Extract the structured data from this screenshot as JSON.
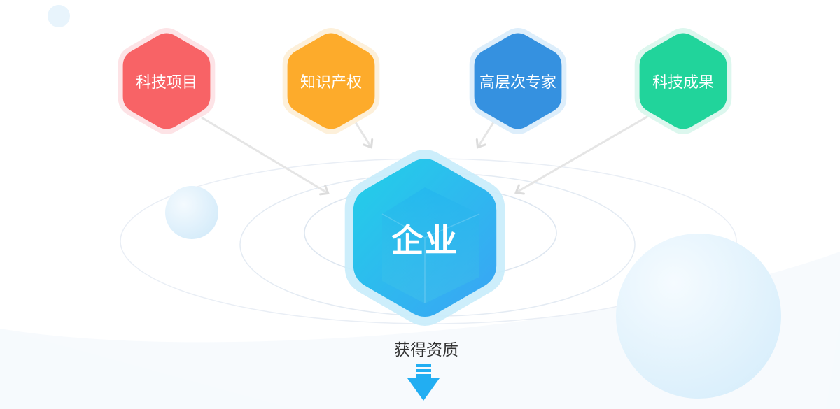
{
  "diagram": {
    "inputs": [
      {
        "label": "科技项目",
        "color": "#f86366",
        "glow": "#fde3e6"
      },
      {
        "label": "知识产权",
        "color": "#fdab2b",
        "glow": "#fdf0da"
      },
      {
        "label": "高层次专家",
        "color": "#3591e0",
        "glow": "#ddeefb"
      },
      {
        "label": "科技成果",
        "color": "#21d49b",
        "glow": "#dcf7ee"
      }
    ],
    "center": {
      "label": "企业",
      "color_top": "#22d0e8",
      "color_bottom": "#3aa3f5"
    },
    "result": {
      "label": "获得资质",
      "arrow_color": "#22aef2"
    }
  }
}
